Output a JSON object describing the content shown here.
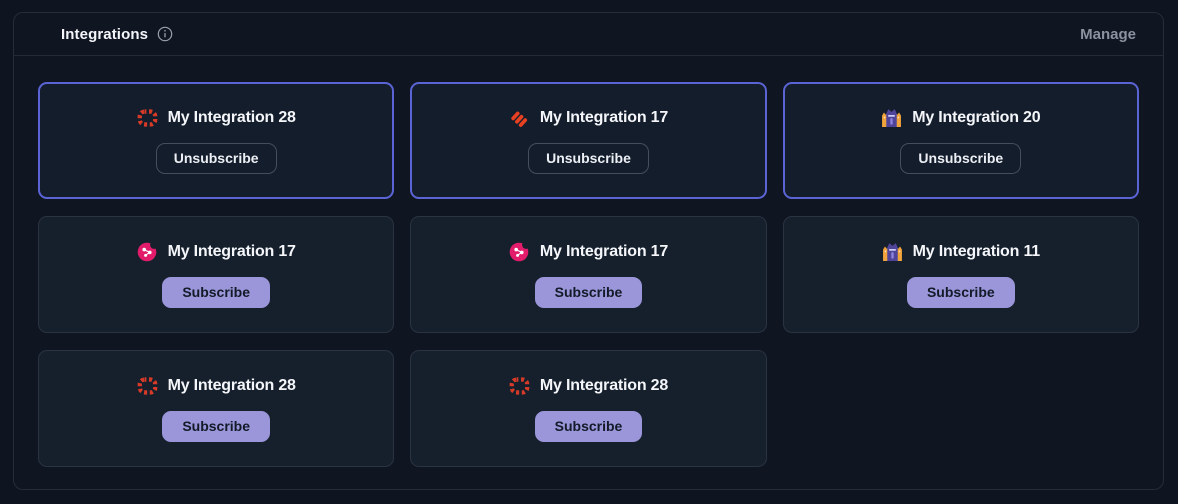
{
  "header": {
    "title": "Integrations",
    "info_icon": "info-icon",
    "manage_label": "Manage"
  },
  "colors": {
    "page_bg": "#0e1420",
    "card_bg": "#16202d",
    "subscribed_border": "#5a64d4",
    "subscribe_btn_bg": "#9a96d9",
    "red_icon": "#d83a28",
    "slash_icon": "#e84121",
    "pink_icon": "#e21c6b",
    "cat_purple": "#4f4499",
    "cat_orange": "#f1a33c"
  },
  "buttons": {
    "subscribe_label": "Subscribe",
    "unsubscribe_label": "Unsubscribe"
  },
  "cards": [
    {
      "title": "My Integration 28",
      "icon": "red-grid-icon",
      "button": "Unsubscribe",
      "subscribed": true
    },
    {
      "title": "My Integration 17",
      "icon": "red-slashes-icon",
      "button": "Unsubscribe",
      "subscribed": true
    },
    {
      "title": "My Integration 20",
      "icon": "cats-icon",
      "button": "Unsubscribe",
      "subscribed": true
    },
    {
      "title": "My Integration 17",
      "icon": "pink-share-icon",
      "button": "Subscribe",
      "subscribed": false
    },
    {
      "title": "My Integration 17",
      "icon": "pink-share-icon",
      "button": "Subscribe",
      "subscribed": false
    },
    {
      "title": "My Integration 11",
      "icon": "cats-icon",
      "button": "Subscribe",
      "subscribed": false
    },
    {
      "title": "My Integration 28",
      "icon": "red-grid-icon",
      "button": "Subscribe",
      "subscribed": false
    },
    {
      "title": "My Integration 28",
      "icon": "red-grid-icon",
      "button": "Subscribe",
      "subscribed": false
    }
  ]
}
